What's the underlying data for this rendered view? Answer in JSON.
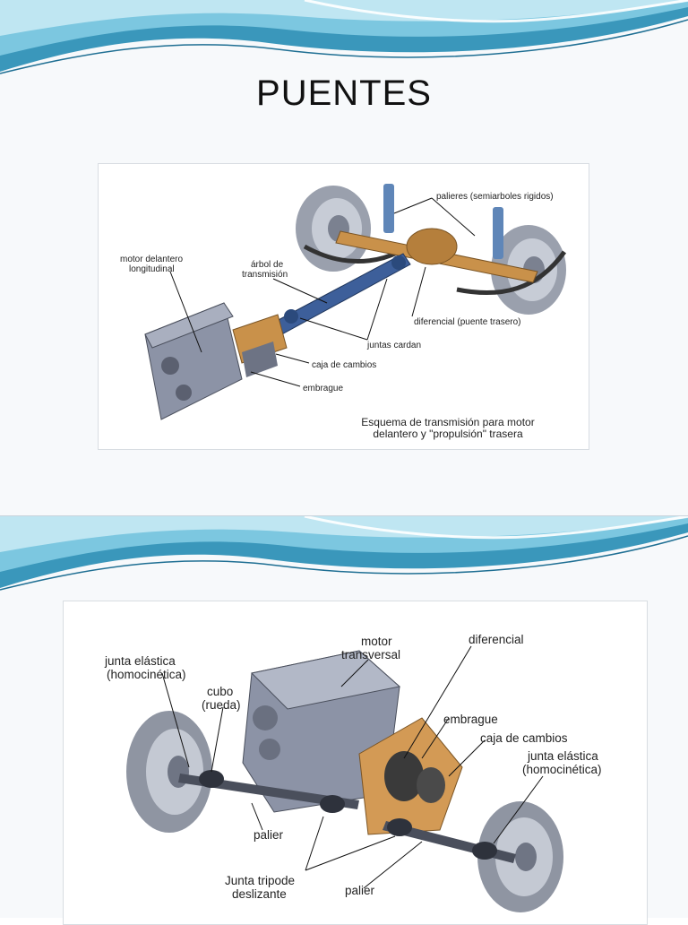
{
  "slide1": {
    "title": "PUENTES",
    "figure": {
      "labels": {
        "palieres": "palieres (semiarboles rigidos)",
        "motor_1": "motor delantero",
        "motor_2": "longitudinal",
        "arbol_1": "árbol de",
        "arbol_2": "transmisión",
        "diferencial": "diferencial (puente trasero)",
        "juntas": "juntas cardan",
        "caja": "caja de cambios",
        "embrague": "embrague"
      },
      "caption_1": "Esquema de transmisión para motor",
      "caption_2": "delantero y \"propulsión\" trasera"
    }
  },
  "slide2": {
    "figure": {
      "labels": {
        "motor_1": "motor",
        "motor_2": "transversal",
        "diferencial": "diferencial",
        "junta_izq_1": "junta elástica",
        "junta_izq_2": "(homocinética)",
        "cubo_1": "cubo",
        "cubo_2": "(rueda)",
        "embrague": "embrague",
        "caja": "caja de cambios",
        "junta_der_1": "junta elástica",
        "junta_der_2": "(homocinética)",
        "palier_izq": "palier",
        "tripode_1": "Junta tripode",
        "tripode_2": "deslizante",
        "palier_der": "palier"
      }
    }
  },
  "colors": {
    "wave_dark": "#2f8fb4",
    "wave_light": "#8fd0e6",
    "axle_orange": "#c9914a",
    "shaft_blue": "#3d5f9a",
    "engine_grey": "#8c93a6"
  }
}
